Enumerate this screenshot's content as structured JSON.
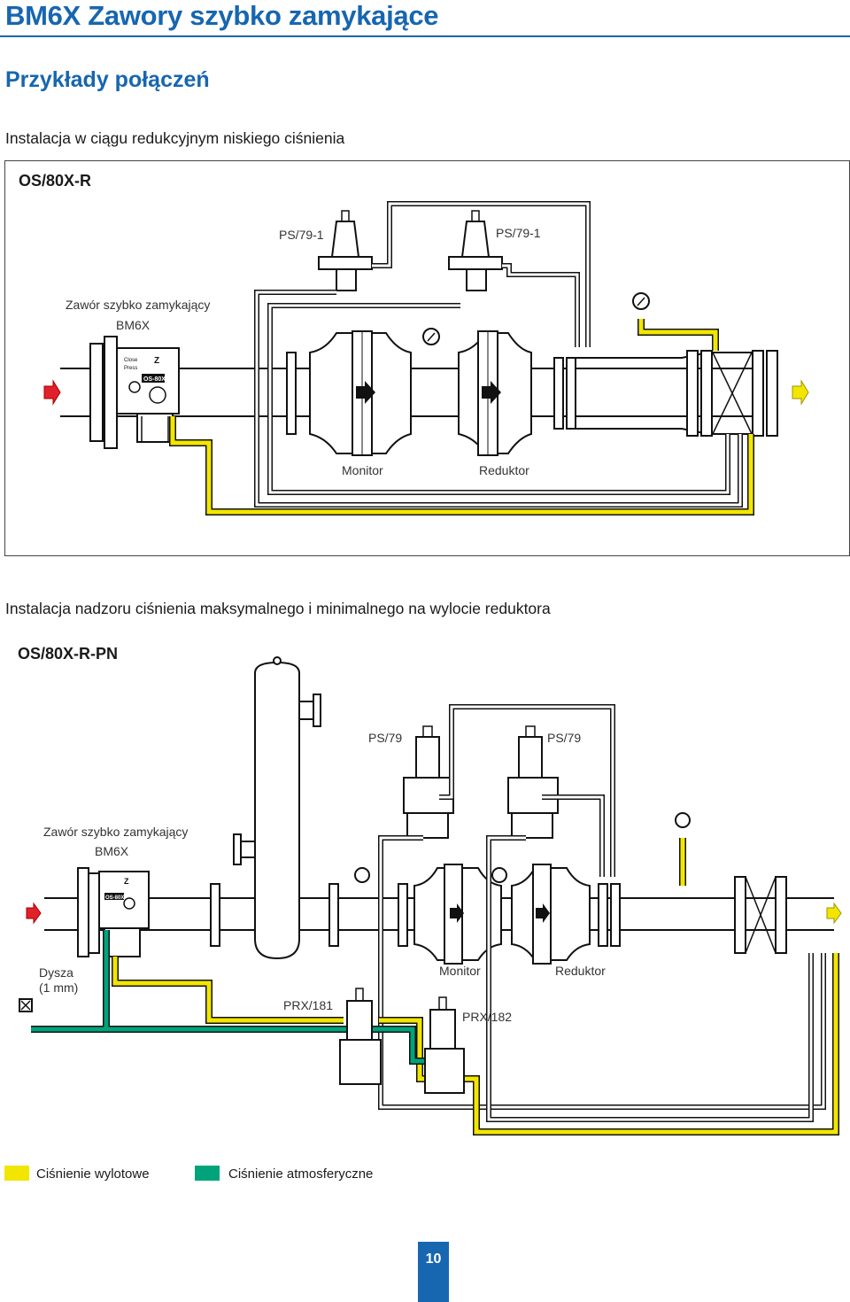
{
  "header": {
    "title": "BM6X Zawory szybko zamykające",
    "section": "Przykłady połączeń"
  },
  "diagram1": {
    "caption": "Instalacja w ciągu redukcyjnym niskiego ciśnienia",
    "model": "OS/80X-R",
    "labels": {
      "ps_left": "PS/79-1",
      "ps_right": "PS/79-1",
      "valve_line1": "Zawór szybko zamykający",
      "valve_line2": "BM6X",
      "monitor": "Monitor",
      "reduktor": "Reduktor",
      "os": "OS-80X"
    }
  },
  "diagram2": {
    "caption": "Instalacja nadzoru ciśnienia maksymalnego i minimalnego na wylocie reduktora",
    "model": "OS/80X-R-PN",
    "labels": {
      "ps_left": "PS/79",
      "ps_right": "PS/79",
      "valve_line1": "Zawór szybko zamykający",
      "valve_line2": "BM6X",
      "nozzle_line1": "Dysza",
      "nozzle_line2": "(1 mm)",
      "prx181": "PRX/181",
      "prx182": "PRX/182",
      "monitor": "Monitor",
      "reduktor": "Reduktor",
      "os": "OS-80X"
    }
  },
  "legend": {
    "items": [
      {
        "label": "Ciśnienie wylotowe",
        "color": "#f2e600"
      },
      {
        "label": "Ciśnienie atmosferyczne",
        "color": "#00a37a"
      }
    ]
  },
  "colors": {
    "accent": "#1766b0",
    "outlet_pressure": "#f2e600",
    "atmospheric": "#00a37a",
    "inlet_arrow": "#e0202a",
    "outlet_arrow": "#f2e600"
  },
  "page_number": "10"
}
